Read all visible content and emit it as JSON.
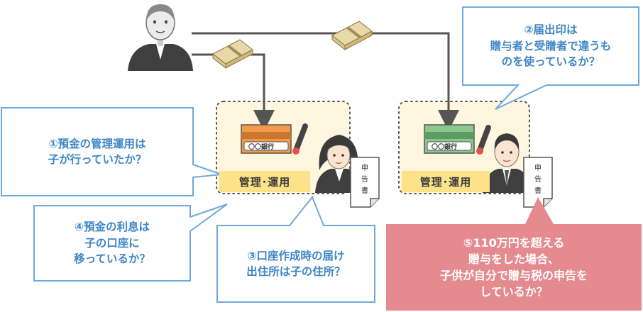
{
  "callouts": {
    "c1": [
      "①預金の管理運用は",
      "子が行っていたか？"
    ],
    "c2": [
      "②届出印は",
      "贈与者と受贈者で違うも",
      "のを使っているか？"
    ],
    "c3": [
      "③口座作成時の届け",
      "出住所は子の住所？"
    ],
    "c4": [
      "④預金の利息は",
      "子の口座に",
      "移っているか？"
    ],
    "c5": [
      "⑤110万円を超える",
      "贈与をした場合、",
      "子供が自分で贈与税の申告を",
      "しているか？"
    ]
  },
  "accounts": {
    "left": {
      "tag": "管理･運用",
      "bank": "〇〇銀行",
      "card_color": "#f29a4a"
    },
    "right": {
      "tag": "管理･運用",
      "bank": "〇〇銀行",
      "card_color": "#8cc78e"
    }
  },
  "document": {
    "label": "申告書"
  },
  "colors": {
    "callout_blue": "#6fa8dc",
    "callout_pink": "#e58a8e",
    "tag_yellow": "#fde28a",
    "zone_bg": "#fef6de",
    "arrow": "#555555"
  },
  "icons": [
    "grandfather-icon",
    "money-bundle-icon",
    "bankbook-icon",
    "seal-stamp-icon",
    "woman-icon",
    "man-icon",
    "tax-return-document-icon"
  ]
}
